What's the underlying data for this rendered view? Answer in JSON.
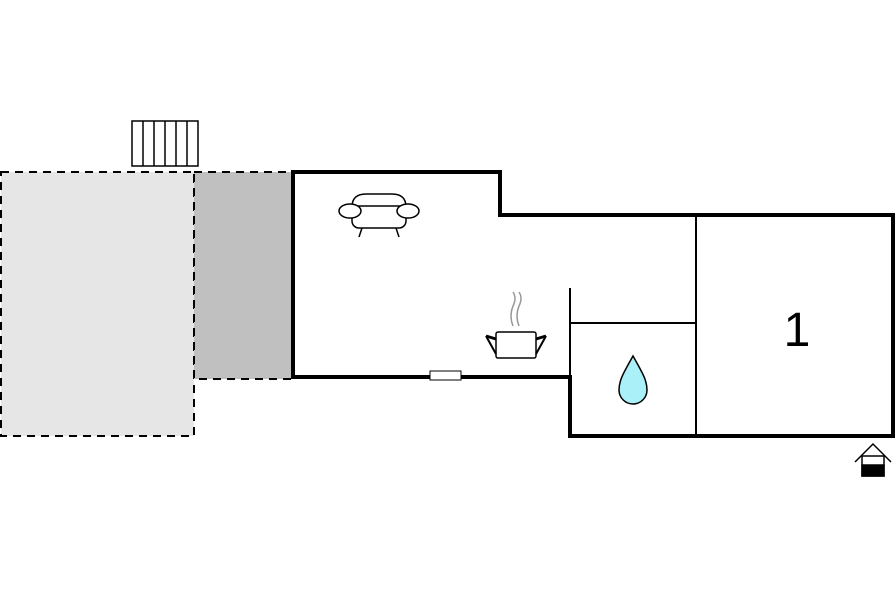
{
  "floor_plan": {
    "rooms": [
      {
        "id": "bedroom",
        "label": "1"
      }
    ],
    "icons": {
      "stairs": "stairs-icon",
      "sofa": "sofa-icon",
      "kitchen": "cooking-pot-icon",
      "bathroom": "water-drop-icon",
      "entrance": "house-entrance-icon",
      "window": "window-icon"
    },
    "areas": {
      "outdoor_terrace": "terrace-area",
      "covered_terrace": "covered-terrace-area"
    },
    "colors": {
      "wall": "#000000",
      "terrace_light": "#e6e6e6",
      "terrace_dark": "#c0c0c0",
      "water": "#aaf0f8",
      "background": "#ffffff"
    }
  }
}
